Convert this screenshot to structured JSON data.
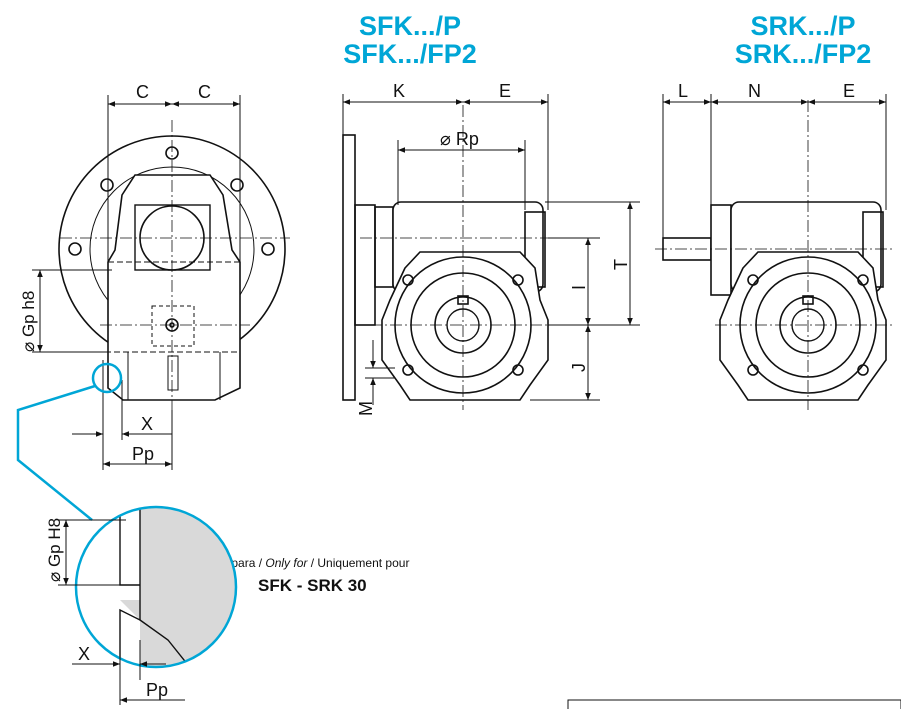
{
  "titles": {
    "sfk_line1": "SFK.../P",
    "sfk_line2": "SFK.../FP2",
    "srk_line1": "SRK.../P",
    "srk_line2": "SRK.../FP2"
  },
  "dimensions": {
    "C": "C",
    "K": "K",
    "E": "E",
    "L": "L",
    "N": "N",
    "Rp": "⌀ Rp",
    "T": "T",
    "I": "I",
    "J": "J",
    "M": "M",
    "X": "X",
    "Pp": "Pp",
    "Gp_h8": "⌀ Gp h8",
    "Gp_H8": "⌀ Gp H8"
  },
  "note": {
    "prefix": "Solo para / ",
    "italic": "Only for",
    "suffix": " / Uniquement pour",
    "model": "SFK - SRK 30"
  },
  "colors": {
    "accent": "#00a6d6",
    "line": "#111111",
    "fill_detail": "#d9d9d9"
  }
}
